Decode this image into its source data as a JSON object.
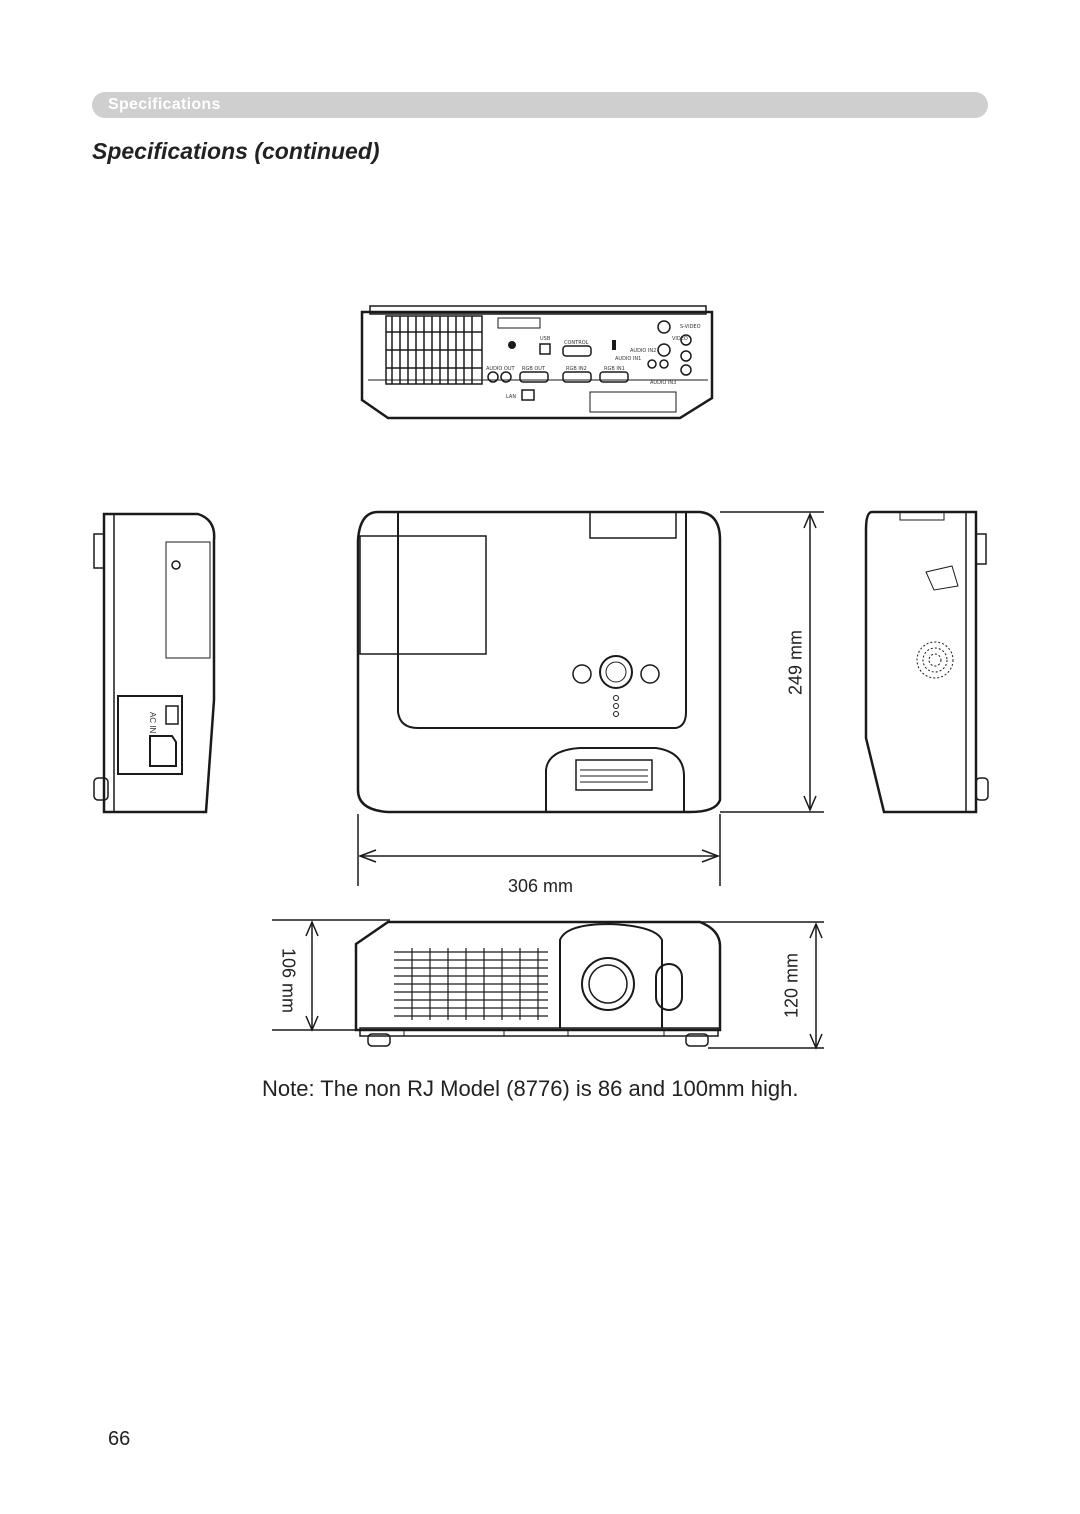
{
  "header": {
    "section_label": "Specifications",
    "page_title": "Specifications (continued)"
  },
  "dimensions": {
    "depth": "249 mm",
    "width": "306 mm",
    "height_front": "106 mm",
    "height_rear": "120 mm"
  },
  "rear_panel_labels": {
    "s_video": "S-VIDEO",
    "video": "VIDEO",
    "usb": "USB",
    "control": "CONTROL",
    "audio_in1": "AUDIO IN1",
    "audio_in2": "AUDIO IN2",
    "audio_in3": "AUDIO IN3",
    "audio_out": "AUDIO OUT",
    "rgb_out": "RGB OUT",
    "rgb_in2": "RGB IN2",
    "rgb_in1": "RGB IN1",
    "lan": "LAN"
  },
  "side_panel_labels": {
    "ac_in": "AC IN"
  },
  "note": "Note: The non RJ Model (8776) is 86 and 100mm high.",
  "footer": {
    "page_number": "66"
  }
}
